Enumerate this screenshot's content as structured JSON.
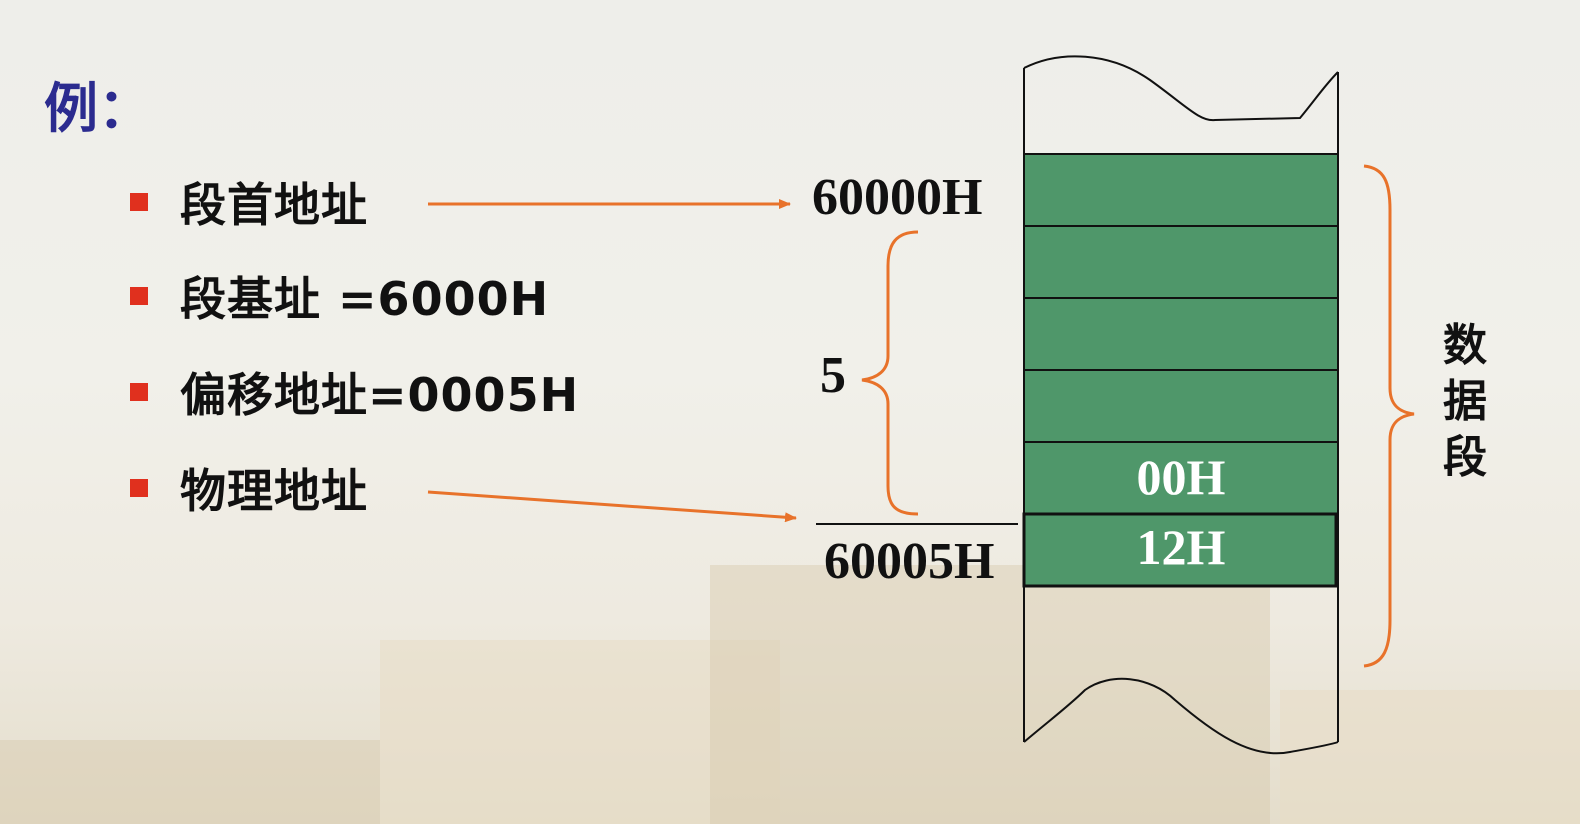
{
  "title": "例：",
  "bullets": [
    {
      "text": "段首地址"
    },
    {
      "text": "段基址 =6000H"
    },
    {
      "text": "偏移地址=0005H"
    },
    {
      "text": "物理地址"
    }
  ],
  "diagram": {
    "segment_start_label": "60000H",
    "physical_address_label": "60005H",
    "offset_label": "5",
    "cell_values": [
      "00H",
      "12H"
    ],
    "segment_label": "数据段",
    "colors": {
      "cell_fill": "#4f976a",
      "arrow": "#e8722a",
      "bullet": "#e0301e",
      "title": "#2b2b8f"
    }
  }
}
